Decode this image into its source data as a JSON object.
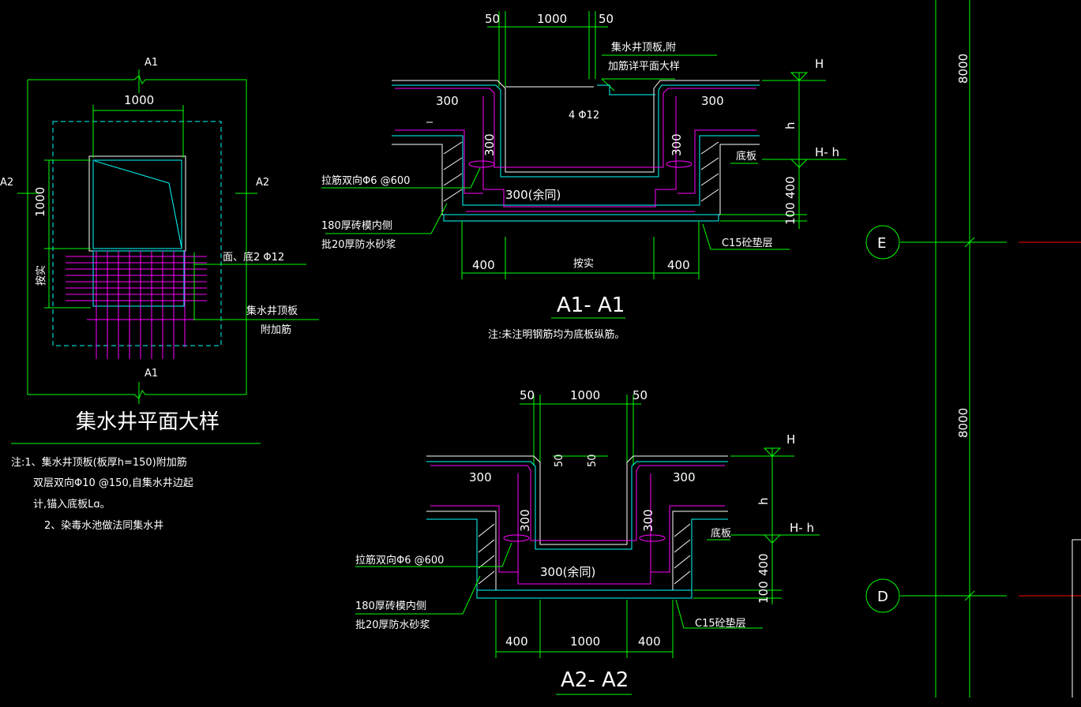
{
  "plan": {
    "title": "集水井平面大样",
    "sec_a1_top": "A1",
    "sec_a1_bottom": "A1",
    "sec_a2_left": "A2",
    "sec_a2_right": "A2",
    "dim_top": "1000",
    "dim_side": "1000",
    "dim_side2": "按实",
    "label_rebar": "面、底2 Φ12",
    "label_top_slab_1": "集水井顶板",
    "label_top_slab_2": "附加筋"
  },
  "notes": {
    "line1": "注:1、集水井顶板(板厚h=150)附加筋",
    "line2": "双层双向Φ10 @150,自集水井边起",
    "line3": "计,锚入底板Lɑ。",
    "line4": "2、染毒水池做法同集水井"
  },
  "section_a1": {
    "title": "A1- A1",
    "note": "注:未注明钢筋均为底板纵筋。",
    "dim_50_l": "50",
    "dim_1000": "1000",
    "dim_50_r": "50",
    "label_top_1": "集水井顶板,附",
    "label_top_2": "加筋详平面大样",
    "rebar_4": "4 Φ12",
    "dim_300_l": "300",
    "dim_300_r": "300",
    "dim_300_vl": "300",
    "dim_300_vr": "300",
    "dim_300_bot": "300(余同)",
    "tie": "拉筋双向Φ6 @600",
    "brick_1": "180厚砖模内侧",
    "brick_2": "批20厚防水砂浆",
    "base": "底板",
    "cushion": "C15砼垫层",
    "lvl_h": "H",
    "lvl_hh": "H- h",
    "dim_h": "h",
    "dim_400v": "400",
    "dim_100v": "100",
    "dim_400_l": "400",
    "dim_mid": "按实",
    "dim_400_r": "400"
  },
  "section_a2": {
    "title": "A2- A2",
    "dim_50_l": "50",
    "dim_1000": "1000",
    "dim_50_r": "50",
    "dim_50_vl": "50",
    "dim_50_vr": "50",
    "dim_300_l": "300",
    "dim_300_r": "300",
    "dim_300_vl": "300",
    "dim_300_vr": "300",
    "dim_300_bot": "300(余同)",
    "tie": "拉筋双向Φ6 @600",
    "brick_1": "180厚砖模内侧",
    "brick_2": "批20厚防水砂浆",
    "base": "底板",
    "cushion": "C15砼垫层",
    "lvl_h": "H",
    "lvl_hh": "H- h",
    "dim_h": "h",
    "dim_400v": "400",
    "dim_100v": "100",
    "dim_400_l": "400",
    "dim_mid": "1000",
    "dim_400_r": "400"
  },
  "grid": {
    "axis_e": "E",
    "axis_d": "D",
    "dim_top": "8000",
    "dim_bottom": "8000"
  },
  "colors": {
    "background": "#000000",
    "outline": "#00ff00",
    "concrete": "#00ffff",
    "rebar": "#ff00ff",
    "text": "#ffffff",
    "axis_red": "#ff0000"
  }
}
